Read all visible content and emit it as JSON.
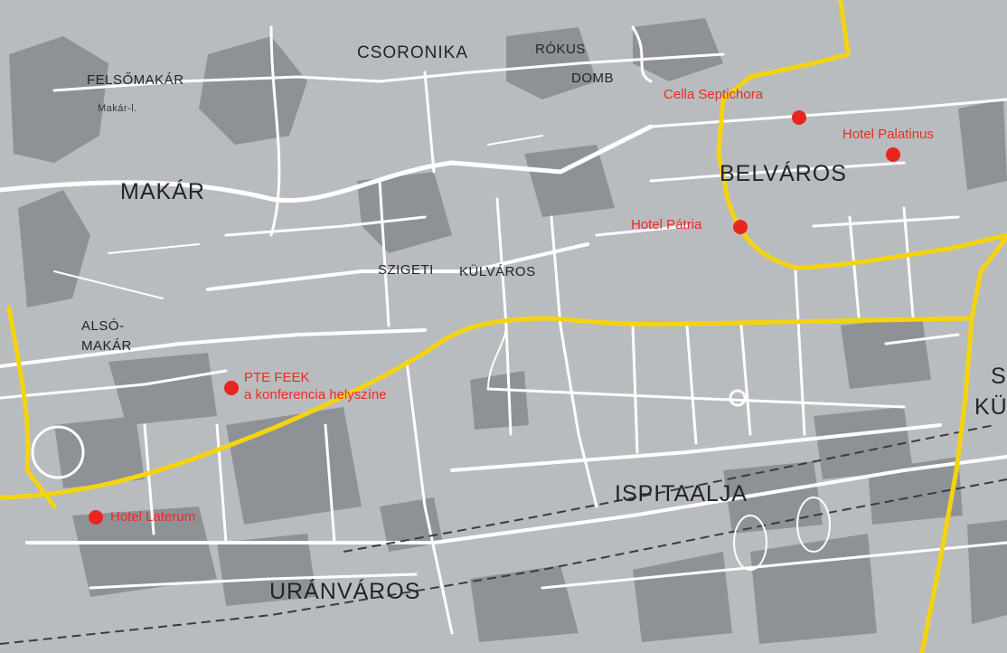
{
  "map": {
    "districts": [
      {
        "id": "csoronika",
        "text": "CSORONIKA"
      },
      {
        "id": "rokus",
        "text": "RÓKUS"
      },
      {
        "id": "domb",
        "text": "DOMB"
      },
      {
        "id": "felsomakar",
        "text": "FELSŐMAKÁR"
      },
      {
        "id": "makar-l",
        "text": "Makár-l."
      },
      {
        "id": "makar",
        "text": "MAKÁR"
      },
      {
        "id": "also",
        "text": "ALSÓ-"
      },
      {
        "id": "also-makar",
        "text": "MAKÁR"
      },
      {
        "id": "belvaros",
        "text": "BELVÁROS"
      },
      {
        "id": "szigeti",
        "text": "SZIGETI"
      },
      {
        "id": "kulvaros",
        "text": "KÜLVÁROS"
      },
      {
        "id": "ispitaalja",
        "text": "ISPITAALJA"
      },
      {
        "id": "uranvaros",
        "text": "URÁNVÁROS"
      },
      {
        "id": "edge-s",
        "text": "S"
      },
      {
        "id": "edge-ku",
        "text": "KÜ"
      }
    ],
    "pois": [
      {
        "id": "cella",
        "label": "Cella Septichora"
      },
      {
        "id": "palatinus",
        "label": "Hotel Palatinus"
      },
      {
        "id": "patria",
        "label": "Hotel Pátria"
      },
      {
        "id": "feek",
        "label": "PTE FEEK",
        "label2": "a konferencia helyszíne"
      },
      {
        "id": "laterum",
        "label": "Hotel Laterum"
      }
    ],
    "colors": {
      "background": "#b9bcbe",
      "block": "#8e9296",
      "street": "#ffffff",
      "main_road": "#f5d40f",
      "poi": "#e8261f",
      "poi_label": "#ee2a22",
      "district_label": "#222427",
      "railway": "#3a3d40"
    }
  }
}
